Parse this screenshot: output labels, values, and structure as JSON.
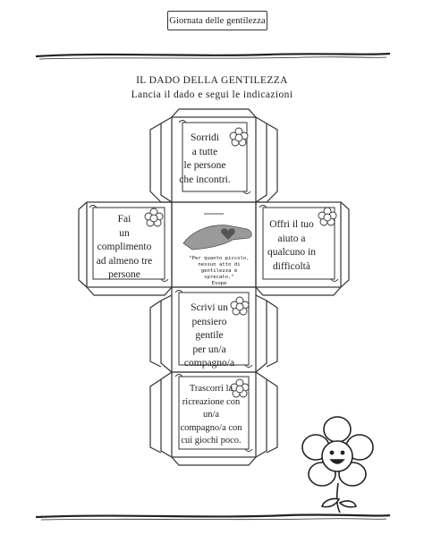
{
  "header": {
    "tag": "Giornata delle gentilezza"
  },
  "title": {
    "line1": "IL DADO DELLA GENTILEZZA",
    "line2": "Lancia il dado e segui le indicazioni"
  },
  "faces": {
    "top": [
      "Sorridi",
      "a tutte",
      "le persone",
      "che incontri."
    ],
    "left": [
      "Fai",
      "un",
      "complimento",
      "ad almeno tre",
      "persone"
    ],
    "center": {
      "quote": "\"Per quanto piccolo, nessun atto di gentilezza è sprecato.\"",
      "author": "Esope"
    },
    "right": [
      "Offri il tuo",
      "aiuto a",
      "qualcuno in",
      "difficoltà"
    ],
    "middle": [
      "Scrivi un",
      "pensiero gentile",
      "per un/a",
      "compagno/a"
    ],
    "bottom": [
      "Trascorri la",
      "ricreazione con",
      "un/a",
      "compagno/a con",
      "cui giochi poco."
    ]
  },
  "icons": [
    "flower-face-icon",
    "hand-with-heart-icon",
    "big-flower-icon"
  ],
  "colors": {
    "ink": "#222222",
    "paper": "#ffffff"
  }
}
